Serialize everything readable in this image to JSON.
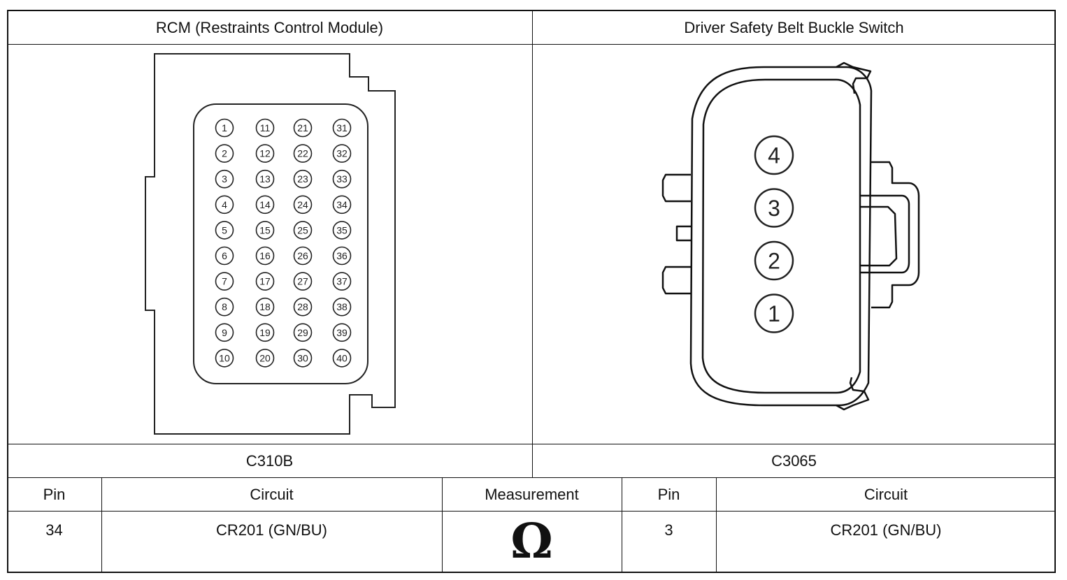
{
  "connectors": [
    {
      "title": "RCM (Restraints Control Module)",
      "connector_id": "C310B",
      "pins": [
        "1",
        "2",
        "3",
        "4",
        "5",
        "6",
        "7",
        "8",
        "9",
        "10",
        "11",
        "12",
        "13",
        "14",
        "15",
        "16",
        "17",
        "18",
        "19",
        "20",
        "21",
        "22",
        "23",
        "24",
        "25",
        "26",
        "27",
        "28",
        "29",
        "30",
        "31",
        "32",
        "33",
        "34",
        "35",
        "36",
        "37",
        "38",
        "39",
        "40"
      ]
    },
    {
      "title": "Driver Safety Belt Buckle Switch",
      "connector_id": "C3065",
      "pins": [
        "4",
        "3",
        "2",
        "1"
      ]
    }
  ],
  "table": {
    "headers": [
      "Pin",
      "Circuit",
      "Measurement",
      "Pin",
      "Circuit"
    ],
    "row": {
      "pin_a": "34",
      "circuit_a": "CR201 (GN/BU)",
      "measurement_symbol": "Ω",
      "pin_b": "3",
      "circuit_b": "CR201 (GN/BU)"
    }
  }
}
